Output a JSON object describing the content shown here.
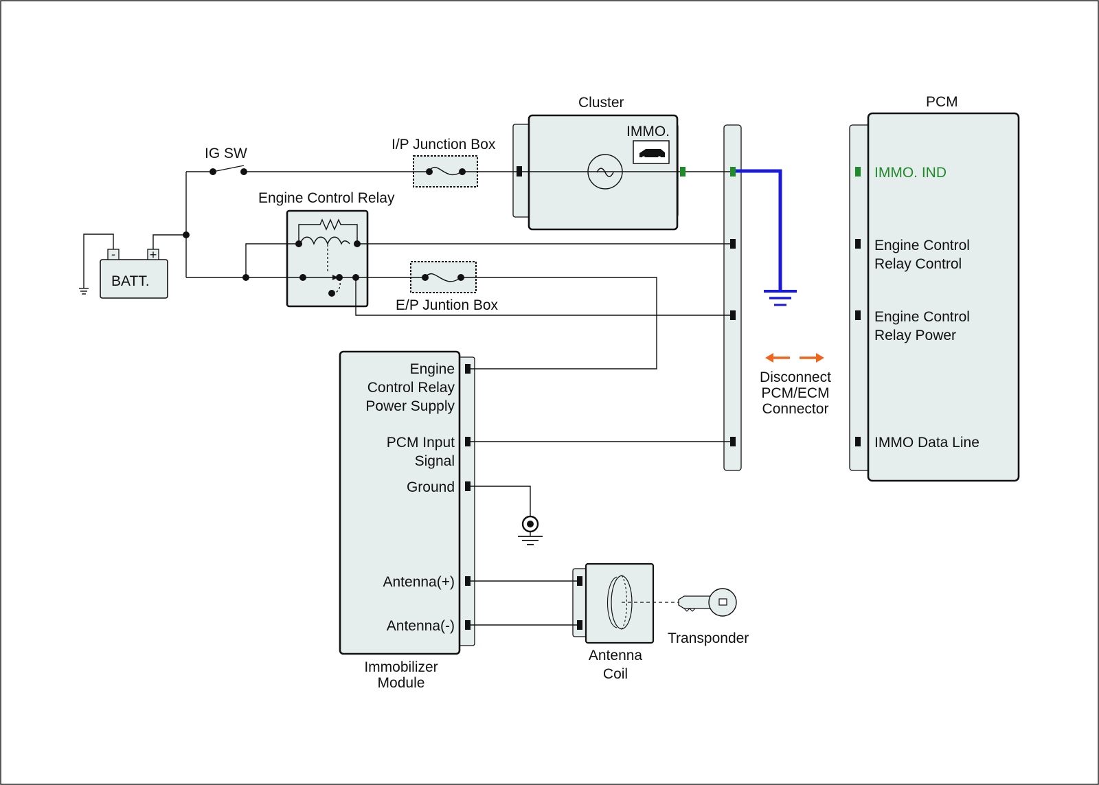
{
  "diagram": {
    "labels": {
      "ig_sw": "IG SW",
      "ip_junction_box": "I/P Junction Box",
      "cluster": "Cluster",
      "immo_indicator": "IMMO.",
      "engine_control_relay": "Engine Control Relay",
      "battery": "BATT.",
      "battery_minus": "-",
      "battery_plus": "+",
      "ep_junction_box": "E/P Juntion Box",
      "pcm": "PCM",
      "pcm_pin_immo_ind": "IMMO. IND",
      "pcm_pin_relay_control": [
        "Engine Control",
        "Relay Control"
      ],
      "pcm_pin_relay_power": [
        "Engine Control",
        "Relay Power"
      ],
      "pcm_pin_immo_data": "IMMO Data Line",
      "disconnect_note": [
        "Disconnect",
        "PCM/ECM",
        "Connector"
      ],
      "imm_pin_relay_power_supply": [
        "Engine",
        "Control Relay",
        "Power Supply"
      ],
      "imm_pin_pcm_input": [
        "PCM Input",
        "Signal"
      ],
      "imm_pin_ground": "Ground",
      "imm_pin_antenna_plus": "Antenna(+)",
      "imm_pin_antenna_minus": "Antenna(-)",
      "immobilizer_module": [
        "Immobilizer",
        "Module"
      ],
      "antenna_coil": [
        "Antenna",
        "Coil"
      ],
      "transponder": "Transponder"
    },
    "colors": {
      "highlight_wire": "#1a1adb",
      "highlight_pin": "#1f8a2a",
      "immo_ind_text": "#1f8a2a",
      "arrow": "#f2641c",
      "component_fill": "#e6eded"
    }
  }
}
